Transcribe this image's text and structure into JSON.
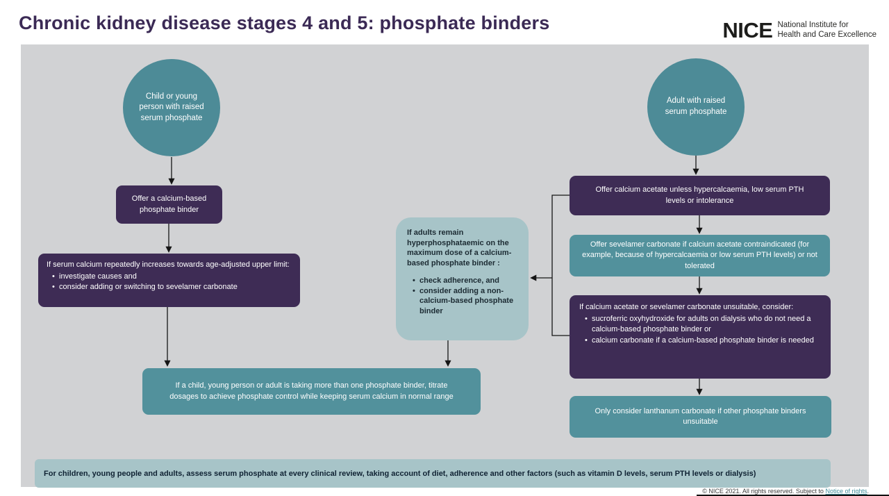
{
  "header": {
    "title": "Chronic kidney disease stages 4 and 5: phosphate binders",
    "logo": {
      "name": "NICE",
      "tagline_line1": "National Institute for",
      "tagline_line2": "Health and Care Excellence"
    }
  },
  "flow": {
    "child_pathway": {
      "start_circle": "Child or young person with raised serum phosphate",
      "offer_box": "Offer a calcium-based phosphate binder",
      "serum_calcium_box": {
        "intro": "If serum calcium repeatedly increases towards age-adjusted upper limit:",
        "bullets": [
          "investigate causes and",
          "consider adding or switching to sevelamer carbonate"
        ]
      },
      "titrate_box": "If a child, young person or adult is taking more than one phosphate binder, titrate dosages to achieve phosphate control while keeping serum calcium in normal range"
    },
    "adults_remain_box": {
      "intro": "If adults remain hyperphosphataemic on the maximum dose of a calcium-based phosphate binder :",
      "bullets": [
        "check adherence, and",
        "consider adding a non-calcium-based phosphate binder"
      ]
    },
    "adult_pathway": {
      "start_circle": "Adult with raised serum phosphate",
      "calcium_acetate_box": "Offer calcium acetate unless hypercalcaemia, low serum PTH levels or intolerance",
      "sevelamer_box": "Offer sevelamer carbonate if calcium acetate contraindicated (for example, because of hypercalcaemia or low serum PTH levels) or not tolerated",
      "unsuitable_box": {
        "intro": "If calcium acetate or sevelamer carbonate unsuitable, consider:",
        "bullets": [
          "sucroferric oxyhydroxide for adults on dialysis who do not need a calcium-based phosphate binder or",
          "calcium carbonate if a calcium-based phosphate binder is needed"
        ]
      },
      "lanthanum_box": "Only consider lanthanum carbonate if other phosphate binders unsuitable"
    },
    "footer_note": "For children, young people and adults, assess serum phosphate at every clinical review, taking account of diet, adherence and other factors (such as vitamin D levels, serum PTH levels or dialysis)"
  },
  "footer": {
    "copyright_prefix": "© NICE 2021. All rights reserved. Subject to",
    "copyright_link": "Notice of rights",
    "copyright_suffix": "."
  },
  "colors": {
    "title_purple": "#3b2a55",
    "box_purple": "#3e2c55",
    "teal": "#52919c",
    "circle_teal": "#4d8b97",
    "light_teal": "#a7c4c8",
    "canvas_gray": "#d1d2d4"
  }
}
